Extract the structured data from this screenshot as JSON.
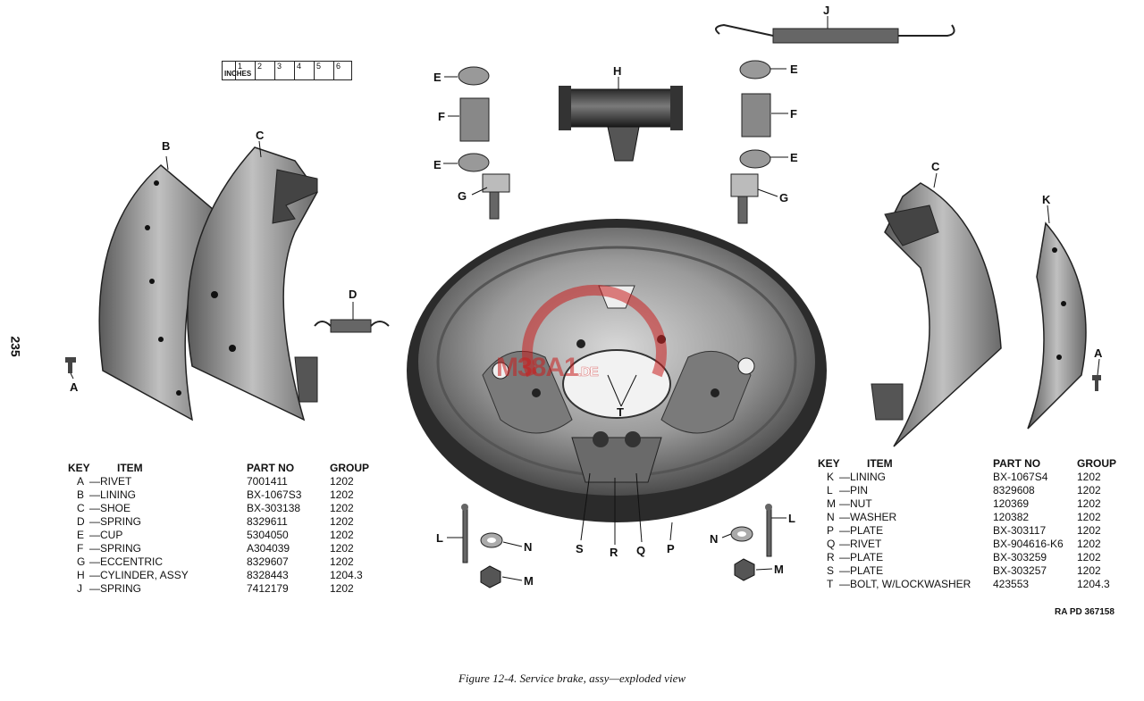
{
  "page_number": "235",
  "ruler": {
    "unit": "INCHES",
    "ticks": [
      "1",
      "2",
      "3",
      "4",
      "5",
      "6"
    ]
  },
  "callouts": [
    "A",
    "B",
    "C",
    "D",
    "E",
    "F",
    "G",
    "H",
    "J",
    "K",
    "L",
    "M",
    "N",
    "P",
    "Q",
    "R",
    "S",
    "T"
  ],
  "left_table": {
    "headers": {
      "key": "KEY",
      "item": "ITEM",
      "part": "PART NO",
      "group": "GROUP"
    },
    "rows": [
      {
        "key": "A",
        "item": "—RIVET",
        "part": "7001411",
        "group": "1202"
      },
      {
        "key": "B",
        "item": "—LINING",
        "part": "BX-1067S3",
        "group": "1202"
      },
      {
        "key": "C",
        "item": "—SHOE",
        "part": "BX-303138",
        "group": "1202"
      },
      {
        "key": "D",
        "item": "—SPRING",
        "part": "8329611",
        "group": "1202"
      },
      {
        "key": "E",
        "item": "—CUP",
        "part": "5304050",
        "group": "1202"
      },
      {
        "key": "F",
        "item": "—SPRING",
        "part": "A304039",
        "group": "1202"
      },
      {
        "key": "G",
        "item": "—ECCENTRIC",
        "part": "8329607",
        "group": "1202"
      },
      {
        "key": "H",
        "item": "—CYLINDER, ASSY",
        "part": "8328443",
        "group": "1204.3"
      },
      {
        "key": "J",
        "item": "—SPRING",
        "part": "7412179",
        "group": "1202"
      }
    ]
  },
  "right_table": {
    "headers": {
      "key": "KEY",
      "item": "ITEM",
      "part": "PART NO",
      "group": "GROUP"
    },
    "rows": [
      {
        "key": "K",
        "item": "—LINING",
        "part": "BX-1067S4",
        "group": "1202"
      },
      {
        "key": "L",
        "item": "—PIN",
        "part": "8329608",
        "group": "1202"
      },
      {
        "key": "M",
        "item": "—NUT",
        "part": "120369",
        "group": "1202"
      },
      {
        "key": "N",
        "item": "—WASHER",
        "part": "120382",
        "group": "1202"
      },
      {
        "key": "P",
        "item": "—PLATE",
        "part": "BX-303117",
        "group": "1202"
      },
      {
        "key": "Q",
        "item": "—RIVET",
        "part": "BX-904616-K6",
        "group": "1202"
      },
      {
        "key": "R",
        "item": "—PLATE",
        "part": "BX-303259",
        "group": "1202"
      },
      {
        "key": "S",
        "item": "—PLATE",
        "part": "BX-303257",
        "group": "1202"
      },
      {
        "key": "T",
        "item": "—BOLT, W/LOCKWASHER",
        "part": "423553",
        "group": "1204.3"
      }
    ]
  },
  "reference": "RA PD 367158",
  "caption": "Figure 12-4. Service brake, assy—exploded view",
  "watermark": {
    "main": "M38A1",
    "suffix": ".DE"
  },
  "colors": {
    "ink": "#111111",
    "metal_dark": "#4a4a4a",
    "metal_mid": "#8a8a8a",
    "metal_light": "#c8c8c8",
    "watermark": "#c81e1e"
  }
}
